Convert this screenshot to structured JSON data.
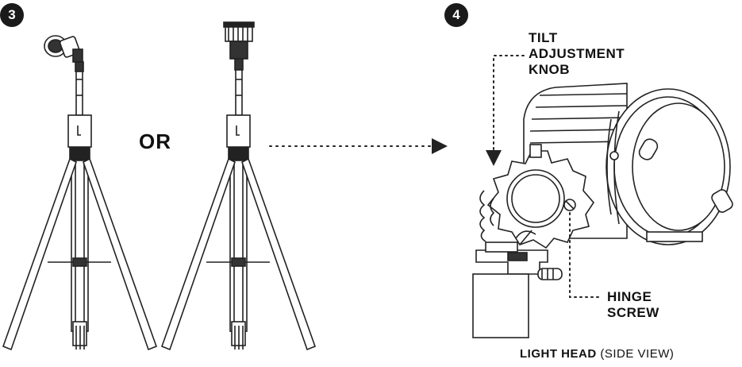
{
  "step_badges": {
    "step_a": "3",
    "step_b": "4"
  },
  "connector_text": "OR",
  "labels": {
    "tilt": [
      "TILT",
      "ADJUSTMENT",
      "KNOB"
    ],
    "hinge": [
      "HINGE",
      "SCREW"
    ]
  },
  "caption": {
    "bold": "LIGHT HEAD",
    "normal": "(SIDE VIEW)"
  },
  "colors": {
    "ink": "#1a1a1a",
    "line": "#222222",
    "fill": "#ffffff"
  }
}
